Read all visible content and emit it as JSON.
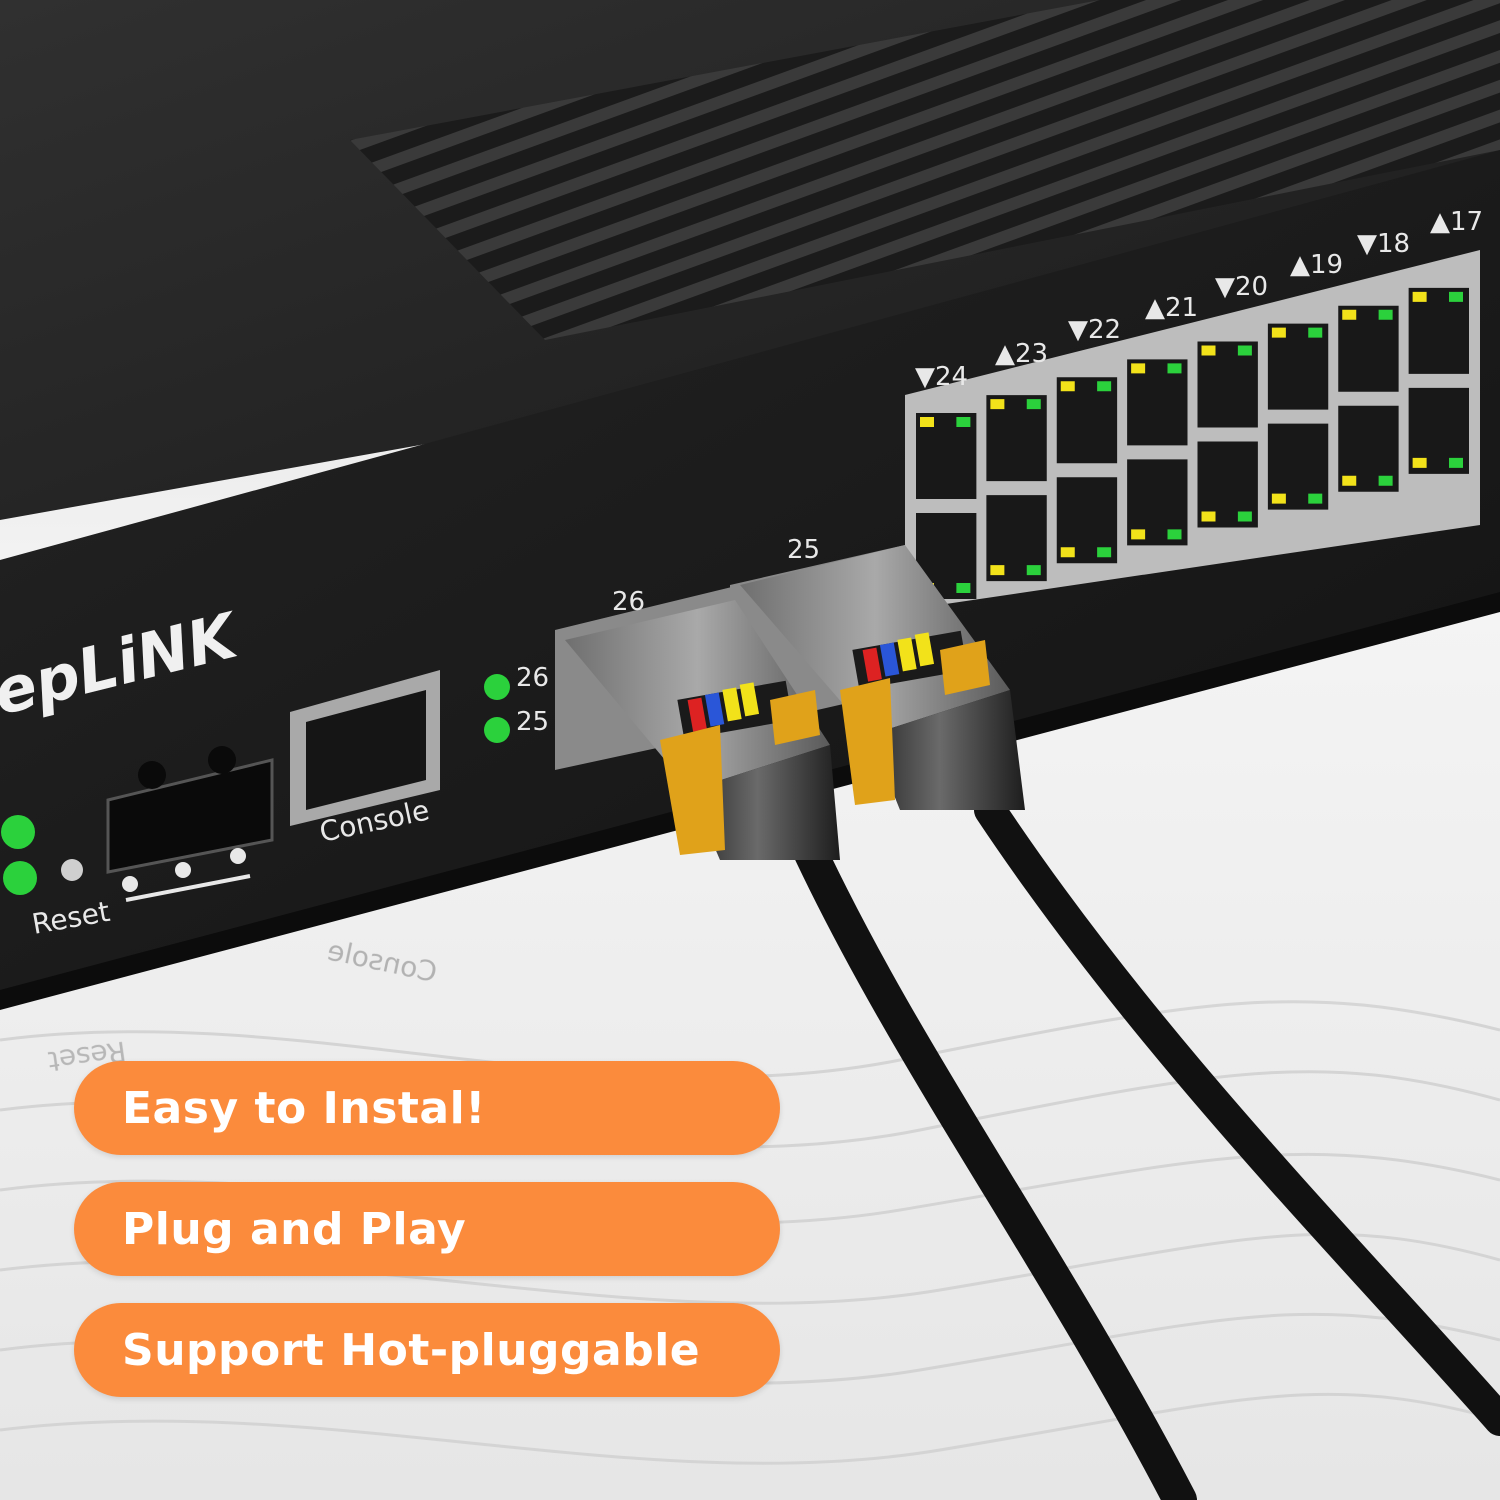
{
  "brand": {
    "text": "epLiNK"
  },
  "ports": {
    "top_labels": [
      "▼24",
      "▲23",
      "▼22",
      "▲21",
      "▼20",
      "▲19",
      "▼18",
      "▲17"
    ],
    "sfp_labels": [
      "26",
      "25"
    ],
    "led_labels": [
      "26",
      "25"
    ]
  },
  "panel": {
    "console_label": "Console",
    "reset_label": "Reset",
    "reflection_console": "Console",
    "reflection_reset": "Reset"
  },
  "features": [
    {
      "text": "Easy to Instal!"
    },
    {
      "text": "Plug and Play"
    },
    {
      "text": "Support Hot-pluggable"
    }
  ],
  "colors": {
    "accent": "#fb8b3c",
    "led_green": "#2bd13c",
    "led_yellow": "#f2e21a",
    "connector_gold": "#e0a21a"
  }
}
